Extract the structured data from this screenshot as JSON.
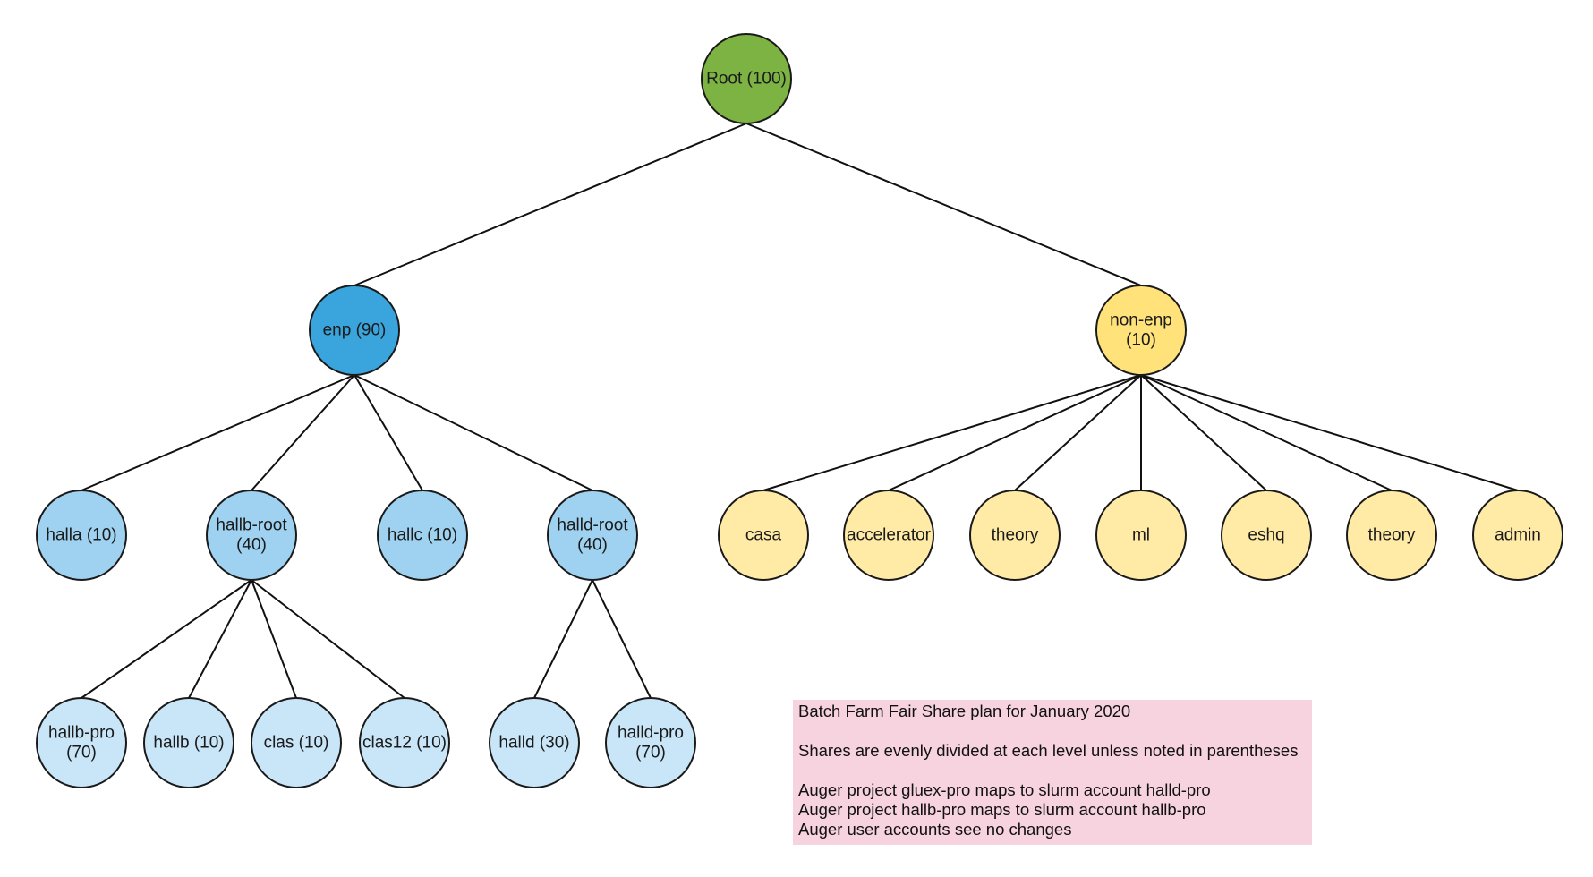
{
  "colors": {
    "root": "#7cb342",
    "enp": "#3aa4dc",
    "enp_child": "#9fd2f0",
    "enp_grandchild": "#c9e6f8",
    "non_enp": "#ffe27a",
    "non_enp_child": "#ffeba6"
  },
  "nodes": [
    {
      "id": "root",
      "lines": [
        "Root (100)"
      ],
      "color": "root"
    },
    {
      "id": "enp",
      "lines": [
        "enp (90)"
      ],
      "color": "enp",
      "parent": "root"
    },
    {
      "id": "non-enp",
      "lines": [
        "non-enp",
        "(10)"
      ],
      "color": "non_enp",
      "parent": "root"
    },
    {
      "id": "halla",
      "lines": [
        "halla (10)"
      ],
      "color": "enp_child",
      "parent": "enp"
    },
    {
      "id": "hallb-root",
      "lines": [
        "hallb-root",
        "(40)"
      ],
      "color": "enp_child",
      "parent": "enp"
    },
    {
      "id": "hallc",
      "lines": [
        "hallc (10)"
      ],
      "color": "enp_child",
      "parent": "enp"
    },
    {
      "id": "halld-root",
      "lines": [
        "halld-root",
        "(40)"
      ],
      "color": "enp_child",
      "parent": "enp"
    },
    {
      "id": "casa",
      "lines": [
        "casa"
      ],
      "color": "non_enp_child",
      "parent": "non-enp"
    },
    {
      "id": "accelerator",
      "lines": [
        "accelerator"
      ],
      "color": "non_enp_child",
      "parent": "non-enp"
    },
    {
      "id": "theory-1",
      "lines": [
        "theory"
      ],
      "color": "non_enp_child",
      "parent": "non-enp"
    },
    {
      "id": "ml",
      "lines": [
        "ml"
      ],
      "color": "non_enp_child",
      "parent": "non-enp"
    },
    {
      "id": "eshq",
      "lines": [
        "eshq"
      ],
      "color": "non_enp_child",
      "parent": "non-enp"
    },
    {
      "id": "theory-2",
      "lines": [
        "theory"
      ],
      "color": "non_enp_child",
      "parent": "non-enp"
    },
    {
      "id": "admin",
      "lines": [
        "admin"
      ],
      "color": "non_enp_child",
      "parent": "non-enp"
    },
    {
      "id": "hallb-pro",
      "lines": [
        "hallb-pro",
        "(70)"
      ],
      "color": "enp_grandchild",
      "parent": "hallb-root"
    },
    {
      "id": "hallb",
      "lines": [
        "hallb (10)"
      ],
      "color": "enp_grandchild",
      "parent": "hallb-root"
    },
    {
      "id": "clas",
      "lines": [
        "clas (10)"
      ],
      "color": "enp_grandchild",
      "parent": "hallb-root"
    },
    {
      "id": "clas12",
      "lines": [
        "clas12 (10)"
      ],
      "color": "enp_grandchild",
      "parent": "hallb-root"
    },
    {
      "id": "halld",
      "lines": [
        "halld (30)"
      ],
      "color": "enp_grandchild",
      "parent": "halld-root"
    },
    {
      "id": "halld-pro",
      "lines": [
        "halld-pro",
        "(70)"
      ],
      "color": "enp_grandchild",
      "parent": "halld-root"
    }
  ],
  "note": {
    "title": "Batch Farm Fair Share plan for January 2020",
    "line1": "Shares are evenly divided at each level unless noted in parentheses",
    "line2": "Auger project gluex-pro maps to slurm account halld-pro",
    "line3": "Auger project hallb-pro maps to slurm account hallb-pro",
    "line4": "Auger user accounts see no changes"
  }
}
